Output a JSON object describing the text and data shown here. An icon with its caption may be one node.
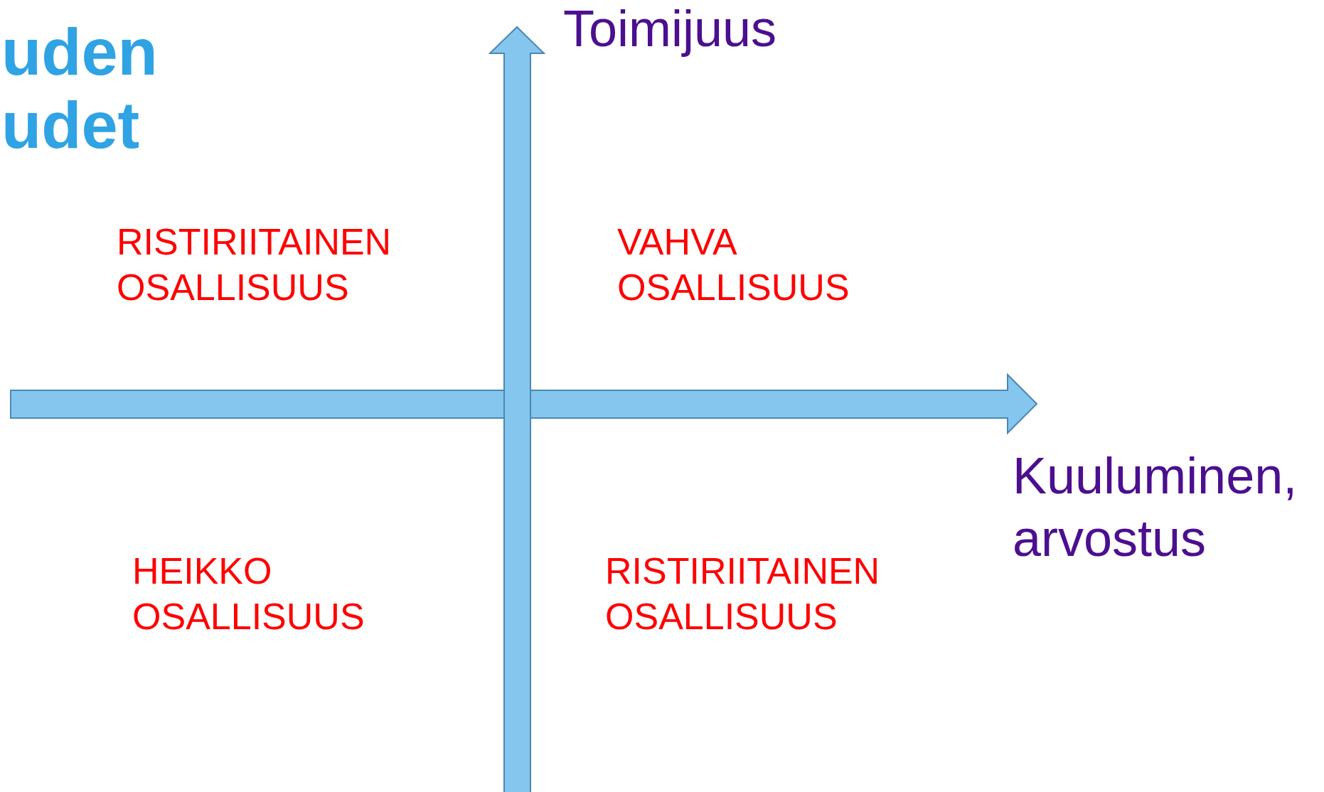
{
  "diagram": {
    "title": "uden udet",
    "labels": [
      "Toimijuus",
      "RISTIRIITAINEN OSALLISUUS",
      "VAHVA OSALLISUUS",
      "Kuuluminen, arvostus",
      "HEIKKO OSALLISUUS",
      "RISTIRIITAINEN OSALLISUUS"
    ]
  }
}
